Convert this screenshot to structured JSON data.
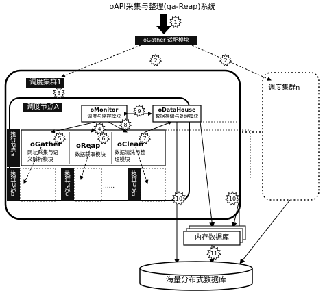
{
  "title": "oAPI采集与整理(ga-Reap)系统",
  "ogather_adapter": "oGather 适配模块",
  "cluster1": "调度集群1",
  "clustern": "调度集群n",
  "nodeA": "调度节点A",
  "omonitor": {
    "name": "oMonitor",
    "desc": "调度与监控模块"
  },
  "odatahouse": {
    "name": "oDataHouse",
    "desc": "数据存储与处理模块"
  },
  "ogather": {
    "name": "oGather",
    "desc1": "网址采集与语",
    "desc2": "义解析模块"
  },
  "oreap": {
    "name": "oReap",
    "desc": "数据获取模块"
  },
  "oclean": {
    "name": "oClean",
    "desc1": "数据清洗与整",
    "desc2": "理模块"
  },
  "exec_a": "执行节点a",
  "exec_b": "执行节点b",
  "exec_c": "执行节点c",
  "exec_d": "执行节点d",
  "dots": "......",
  "memdb": "内存数据库",
  "massdb": "海量分布式数据库",
  "badges": {
    "b1": "1",
    "b2a": "2",
    "b2b": "2",
    "b3": "3",
    "b4": "4",
    "b5": "5",
    "b6": "6",
    "b7": "7",
    "b8": "8",
    "b9": "9",
    "b10a": "10",
    "b10b": "10",
    "b11": "11"
  }
}
